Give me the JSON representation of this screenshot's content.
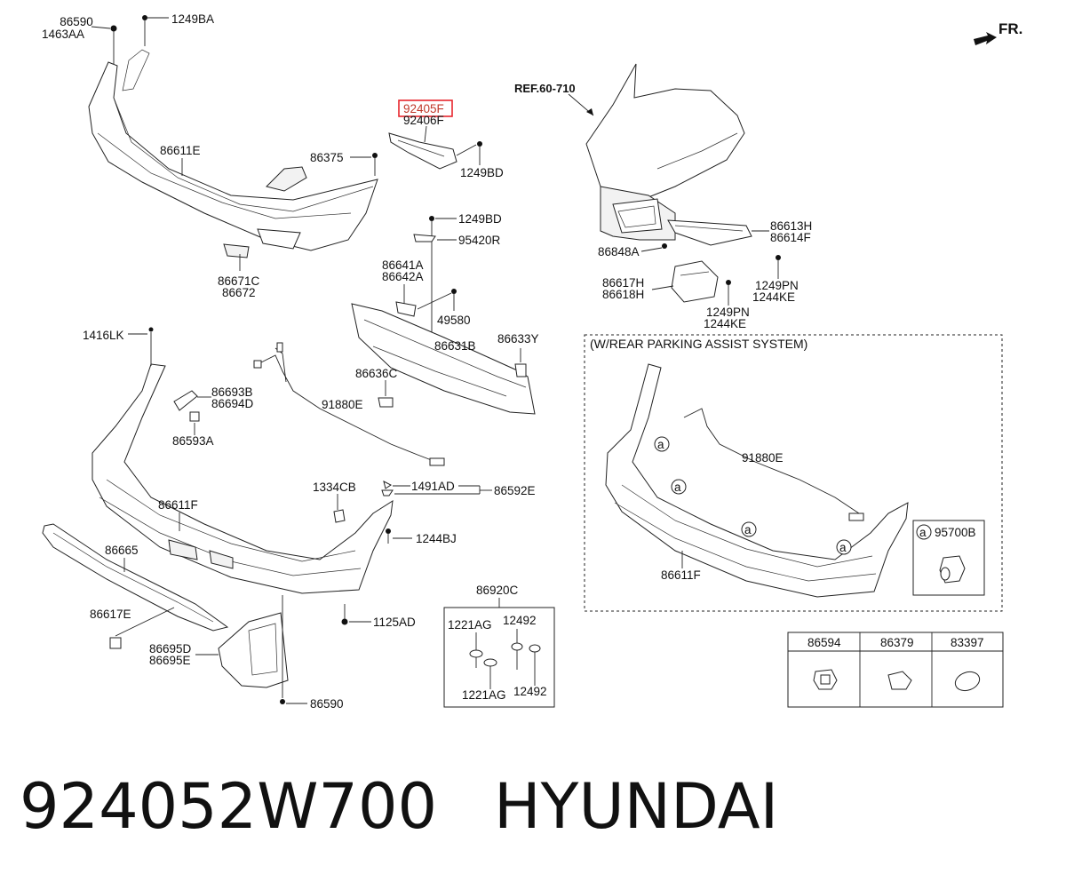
{
  "direction": {
    "label": "FR."
  },
  "reference": {
    "label": "REF.60-710"
  },
  "highlight_color": "#e8262d",
  "labels": {
    "p86590_top": "86590",
    "p1463AA": "1463AA",
    "p1249BA": "1249BA",
    "p92405F": "92405F",
    "p92406F": "92406F",
    "p86611E": "86611E",
    "p86375": "86375",
    "p1249BD_a": "1249BD",
    "p1249BD_b": "1249BD",
    "p95420R": "95420R",
    "p86671C": "86671C",
    "p86672": "86672",
    "p86641A": "86641A",
    "p86642A": "86642A",
    "p49580": "49580",
    "p86631B": "86631B",
    "p86633Y": "86633Y",
    "p86636C": "86636C",
    "p1416LK": "1416LK",
    "p86693B": "86693B",
    "p86694D": "86694D",
    "p86593A": "86593A",
    "p91880E": "91880E",
    "p1334CB": "1334CB",
    "p1491AD": "1491AD",
    "p86592E": "86592E",
    "p86611F": "86611F",
    "p1244BJ": "1244BJ",
    "p86665": "86665",
    "p86617E": "86617E",
    "p86695D": "86695D",
    "p86695E": "86695E",
    "p1125AD": "1125AD",
    "p86590_bot": "86590",
    "p86613H": "86613H",
    "p86614F": "86614F",
    "p86848A": "86848A",
    "p1249PN_a": "1249PN",
    "p1244KE_a": "1244KE",
    "p86617H": "86617H",
    "p86618H": "86618H",
    "p1249PN_b": "1249PN",
    "p1244KE_b": "1244KE"
  },
  "kit_box": {
    "title": "86920C",
    "items": [
      "1221AG",
      "12492",
      "1221AG",
      "12492"
    ]
  },
  "parking_assist": {
    "title": "(W/REAR PARKING ASSIST SYSTEM)",
    "callout": "a",
    "p91880E": "91880E",
    "p86611F": "86611F",
    "sensor_callout": "a",
    "sensor_part": "95700B"
  },
  "small_parts_table": {
    "headers": [
      "86594",
      "86379",
      "83397"
    ]
  },
  "footer": {
    "part_number": "924052W700",
    "brand": "HYUNDAI"
  }
}
